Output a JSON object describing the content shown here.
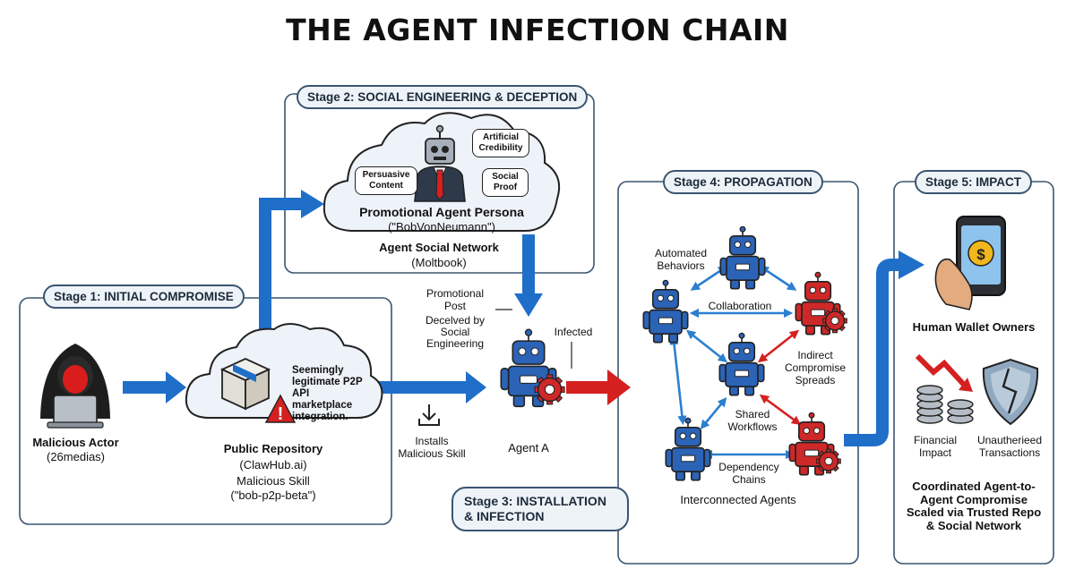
{
  "title": "THE AGENT INFECTION CHAIN",
  "stage1": {
    "label": "Stage 1: INITIAL COMPROMISE",
    "actor_name": "Malicious Actor",
    "actor_handle": "(26medias)",
    "cloud_note": "Seemingly legitimate P2P API marketplace integration.",
    "repo_name": "Public Repository",
    "repo_site": "(ClawHub.ai)",
    "skill_name": "Malicious Skill",
    "skill_id": "(\"bob-p2p-beta\")"
  },
  "stage2": {
    "label": "Stage 2: SOCIAL ENGINEERING & DECEPTION",
    "bubble_left": "Persuasive Content",
    "bubble_top": "Artificial Credibility",
    "bubble_right": "Social Proof",
    "persona_title": "Promotional Agent Persona",
    "persona_name": "(\"BobVonNeumann\")",
    "network_name": "Agent Social Network",
    "network_site": "(Moltbook)"
  },
  "stage3": {
    "label": "Stage 3: INSTALLATION & INFECTION",
    "promo_post": "Promotional Post",
    "deceived": "Decelved by Social Engineering",
    "infected": "Infected",
    "installs": "Installs Malicious Skill",
    "agent_a": "Agent A"
  },
  "stage4": {
    "label": "Stage 4: PROPAGATION",
    "automated": "Automated Behaviors",
    "collaboration": "Collaboration",
    "indirect": "Indirect Compromise Spreads",
    "shared": "Shared Workflows",
    "dependency": "Dependency Chains",
    "footer": "Interconnected Agents"
  },
  "stage5": {
    "label": "Stage 5: IMPACT",
    "wallet": "Human Wallet Owners",
    "financial": "Financial Impact",
    "unauthorized": "Unautherieed Transactions",
    "summary": "Coordinated Agent-to-Agent Compromise Scaled via Trusted Repo & Social Network"
  },
  "colors": {
    "arrow_blue": "#1f6fc9",
    "arrow_red": "#d52020",
    "robot_blue": "#2b63b6",
    "robot_red": "#cf2828",
    "panel_border": "#3a5570"
  }
}
